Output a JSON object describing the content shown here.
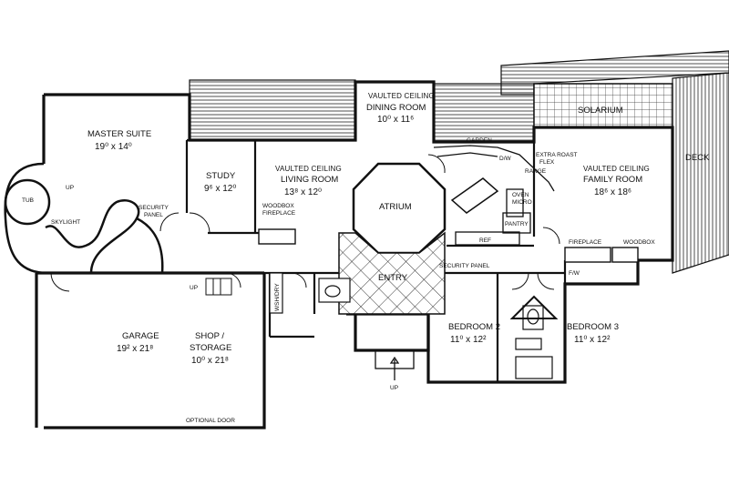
{
  "rooms": [
    {
      "id": "master-suite",
      "name": "MASTER SUITE",
      "dim": "19⁰ x 14⁰"
    },
    {
      "id": "study",
      "name": "STUDY",
      "dim": "9⁶ x 12⁰"
    },
    {
      "id": "living-room",
      "note": "VAULTED CEILING",
      "name": "LIVING ROOM",
      "dim": "13⁸ x 12⁰"
    },
    {
      "id": "dining-room",
      "note": "VAULTED CEILING",
      "name": "DINING ROOM",
      "dim": "10⁰ x 11⁶"
    },
    {
      "id": "atrium",
      "name": "ATRIUM"
    },
    {
      "id": "solarium",
      "name": "SOLARIUM"
    },
    {
      "id": "family-room",
      "note": "VAULTED CEILING",
      "name": "FAMILY ROOM",
      "dim": "18⁶ x 18⁶"
    },
    {
      "id": "deck",
      "name": "DECK"
    },
    {
      "id": "entry",
      "name": "ENTRY"
    },
    {
      "id": "garage",
      "name": "GARAGE",
      "dim": "19² x 21⁸"
    },
    {
      "id": "shop-storage",
      "name": "SHOP /",
      "name2": "STORAGE",
      "dim": "10⁰ x 21⁸"
    },
    {
      "id": "bedroom-2",
      "name": "BEDROOM 2",
      "dim": "11⁰ x 12²"
    },
    {
      "id": "bedroom-3",
      "name": "BEDROOM 3",
      "dim": "11⁰ x 12²"
    }
  ],
  "labels": {
    "tub": "TUB",
    "up_stair_master": "UP",
    "skylight": "SKYLIGHT",
    "security_panel_1a": "SECURITY",
    "security_panel_1b": "PANEL",
    "woodbox_1": "WOODBOX",
    "fireplace_1": "FIREPLACE",
    "garden": "GARDEN",
    "dw": "D/W",
    "extra_roast_a": "EXTRA ROAST",
    "extra_roast_b": "FLEX",
    "range": "RANGE",
    "oven": "OVEN",
    "micro": "MICRO",
    "pantry": "PANTRY",
    "ref": "REF",
    "fireplace_2": "FIREPLACE",
    "woodbox_2": "WOODBOX",
    "security_panel_2": "SECURITY PANEL",
    "up_garage": "UP",
    "wsh_dry": "WSH/DRY",
    "up_entry": "UP",
    "optional_door": "OPTIONAL DOOR",
    "fw": "F/W"
  }
}
